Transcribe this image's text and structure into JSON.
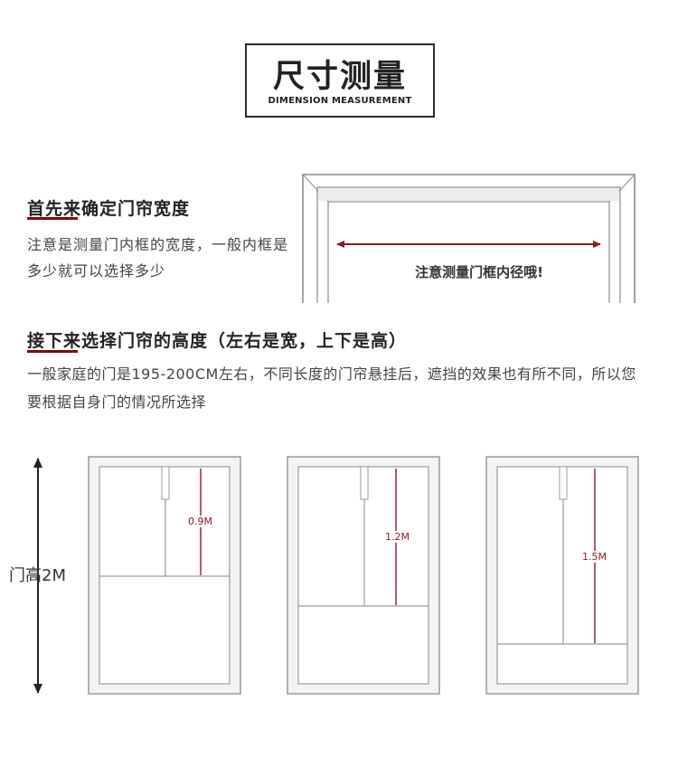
{
  "title": {
    "main": "尺寸测量",
    "sub": "DIMENSION MEASUREMENT"
  },
  "section1": {
    "heading": "首先来确定门帘宽度",
    "description": "注意是测量门内框的宽度，一般内框是多少就可以选择多少",
    "frame_note": "注意测量门框内径哦!"
  },
  "section2": {
    "heading": "接下来选择门帘的高度（左右是宽，上下是高）",
    "description": "一般家庭的门是195-200CM左右，不同长度的门帘悬挂后，遮挡的效果也有所不同，所以您要根据自身门的情况所选择"
  },
  "doors": {
    "door_height_label": "门高2M",
    "options": [
      {
        "label": "0.9M",
        "curtain_length_m": 0.9
      },
      {
        "label": "1.2M",
        "curtain_length_m": 1.2
      },
      {
        "label": "1.5M",
        "curtain_length_m": 1.5
      }
    ]
  },
  "colors": {
    "accent": "#8a1b22",
    "underline": "#7a0d12",
    "frame": "#9a9a9a",
    "text": "#333333"
  }
}
